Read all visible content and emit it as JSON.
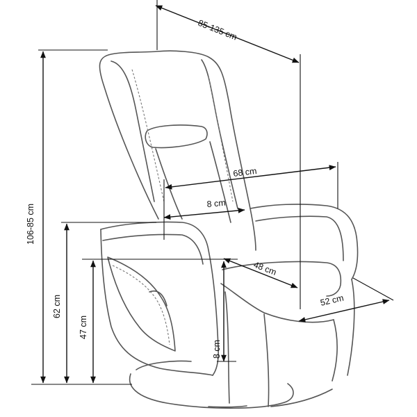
{
  "dimensions": {
    "width_reclined": "85-135 cm",
    "height_total": "106-85 cm",
    "seat_width": "68 cm",
    "armrest_width": "8 cm",
    "armrest_height": "62 cm",
    "seat_height": "47 cm",
    "seat_depth": "48 cm",
    "depth": "52 cm",
    "seat_thickness": "8 cm"
  }
}
